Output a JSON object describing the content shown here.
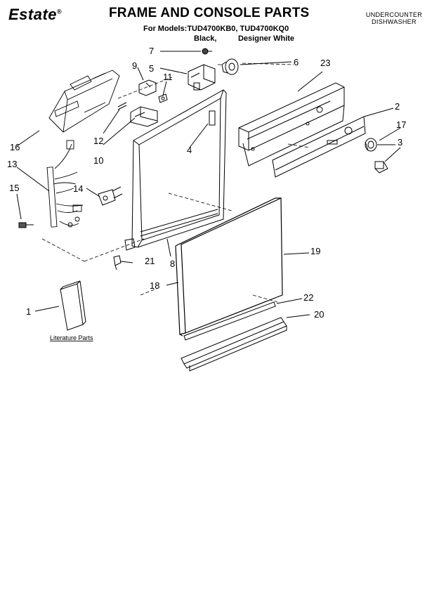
{
  "header": {
    "brand": "Estate",
    "brand_mark": "®",
    "title": "FRAME AND CONSOLE PARTS",
    "models_line1": "For Models:TUD4700KB0, TUD4700KQ0",
    "models_line2_a": "Black,",
    "models_line2_b": "Designer White",
    "category_line1": "UNDERCOUNTER",
    "category_line2": "DISHWASHER"
  },
  "callouts": {
    "c1": "1",
    "c2": "2",
    "c3": "3",
    "c4": "4",
    "c5": "5",
    "c6": "6",
    "c7": "7",
    "c8": "8",
    "c9": "9",
    "c10": "10",
    "c11": "11",
    "c12": "12",
    "c13": "13",
    "c14": "14",
    "c15": "15",
    "c16": "16",
    "c17": "17",
    "c18": "18",
    "c19": "19",
    "c20": "20",
    "c21": "21",
    "c22": "22",
    "c23": "23"
  },
  "literature_label": "Literature Parts"
}
